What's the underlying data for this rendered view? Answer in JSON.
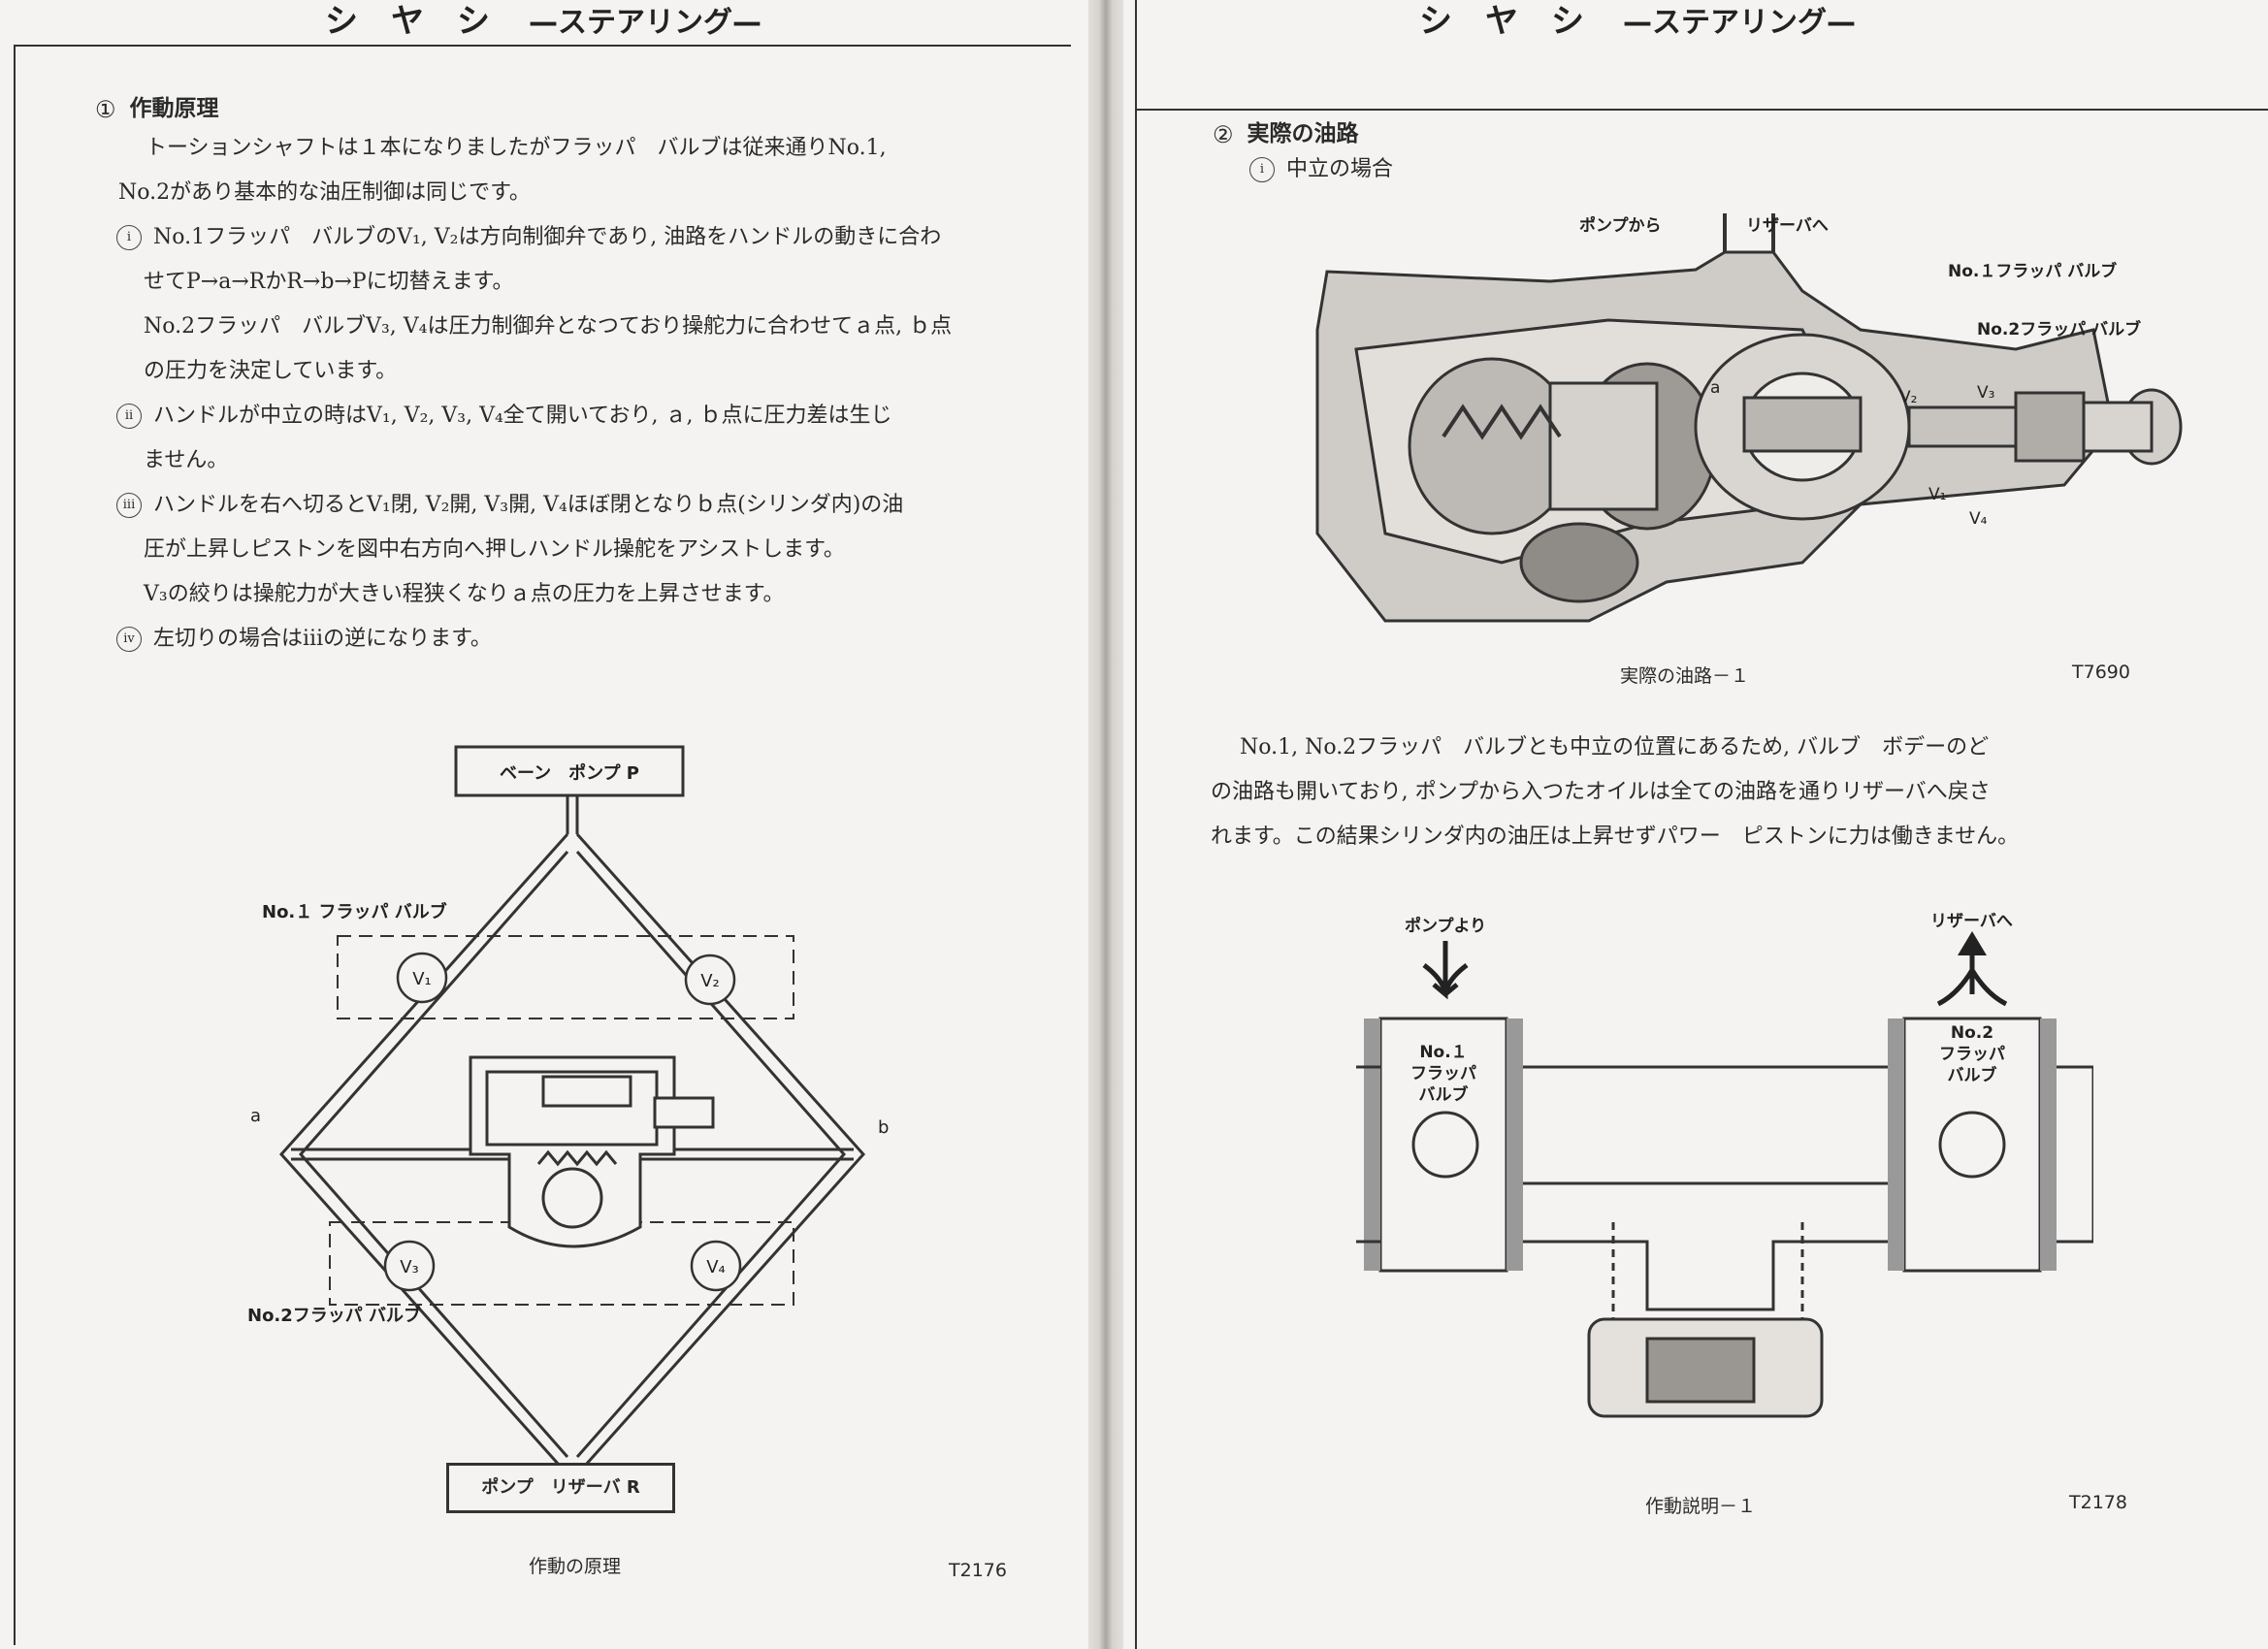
{
  "left_page": {
    "header": {
      "title": "シ　ヤ　シ",
      "subtitle": "—ステアリング—"
    },
    "section": {
      "number": "①",
      "title": "作動原理"
    },
    "paragraphs": [
      "トーションシャフトは１本になりましたがフラッパ　バルブは従来通りNo.1,",
      "No.2があり基本的な油圧制御は同じです。"
    ],
    "items": [
      {
        "marker": "i",
        "lines": [
          "No.1フラッパ　バルブのV₁, V₂は方向制御弁であり, 油路をハンドルの動きに合わ",
          "せてP→a→RかR→b→Pに切替えます。",
          "No.2フラッパ　バルブV₃, V₄は圧力制御弁となつており操舵力に合わせてａ点, ｂ点",
          "の圧力を決定しています。"
        ]
      },
      {
        "marker": "ii",
        "lines": [
          "ハンドルが中立の時はV₁, V₂, V₃, V₄全て開いており, ａ, ｂ点に圧力差は生じ",
          "ません。"
        ]
      },
      {
        "marker": "iii",
        "lines": [
          "ハンドルを右へ切るとV₁閉, V₂開, V₃開, V₄ほぼ閉となりｂ点(シリンダ内)の油",
          "圧が上昇しピストンを図中右方向へ押しハンドル操舵をアシストします。",
          "V₃の絞りは操舵力が大きい程狭くなりａ点の圧力を上昇させます。"
        ]
      },
      {
        "marker": "iv",
        "lines": [
          "左切りの場合はⅲの逆になります。"
        ]
      }
    ],
    "diagram": {
      "pump_label": "ベーン　ポンプ P",
      "reservoir_label": "ポンプ　リザーバ R",
      "valve1_label": "No.１ フラッパ バルブ",
      "valve2_label": "No.2フラッパ バルブ",
      "v1": "V₁",
      "v2": "V₂",
      "v3": "V₃",
      "v4": "V₄",
      "point_a": "a",
      "point_b": "b"
    },
    "caption": "作動の原理",
    "code": "T2176"
  },
  "right_page": {
    "header": {
      "title": "シ　ヤ　シ",
      "subtitle": "—ステアリング—"
    },
    "section": {
      "number": "②",
      "title": "実際の油路"
    },
    "subsection": {
      "marker": "i",
      "title": "中立の場合"
    },
    "figure1": {
      "label_from_pump": "ポンプから",
      "label_to_reservoir": "リザーバへ",
      "label_valve1": "No.１フラッパ バルブ",
      "label_valve2": "No.2フラッパ バルブ",
      "a": "a",
      "v1": "V₁",
      "v2": "V₂",
      "v3": "V₃",
      "v4": "V₄",
      "caption": "実際の油路－１",
      "code": "T7690"
    },
    "paragraph_lines": [
      "No.1, No.2フラッパ　バルブとも中立の位置にあるため, バルブ　ボデーのど",
      "の油路も開いており, ポンプから入つたオイルは全ての油路を通りリザーバへ戻さ",
      "れます。この結果シリンダ内の油圧は上昇せずパワー　ピストンに力は働きません。"
    ],
    "figure2": {
      "label_from_pump": "ポンプより",
      "label_to_reservoir": "リザーバへ",
      "valve1_lines": [
        "No.１",
        "フラッパ",
        "バルブ"
      ],
      "valve2_lines": [
        "No.2",
        "フラッパ",
        "バルブ"
      ],
      "caption": "作動説明－１",
      "code": "T2178"
    }
  }
}
